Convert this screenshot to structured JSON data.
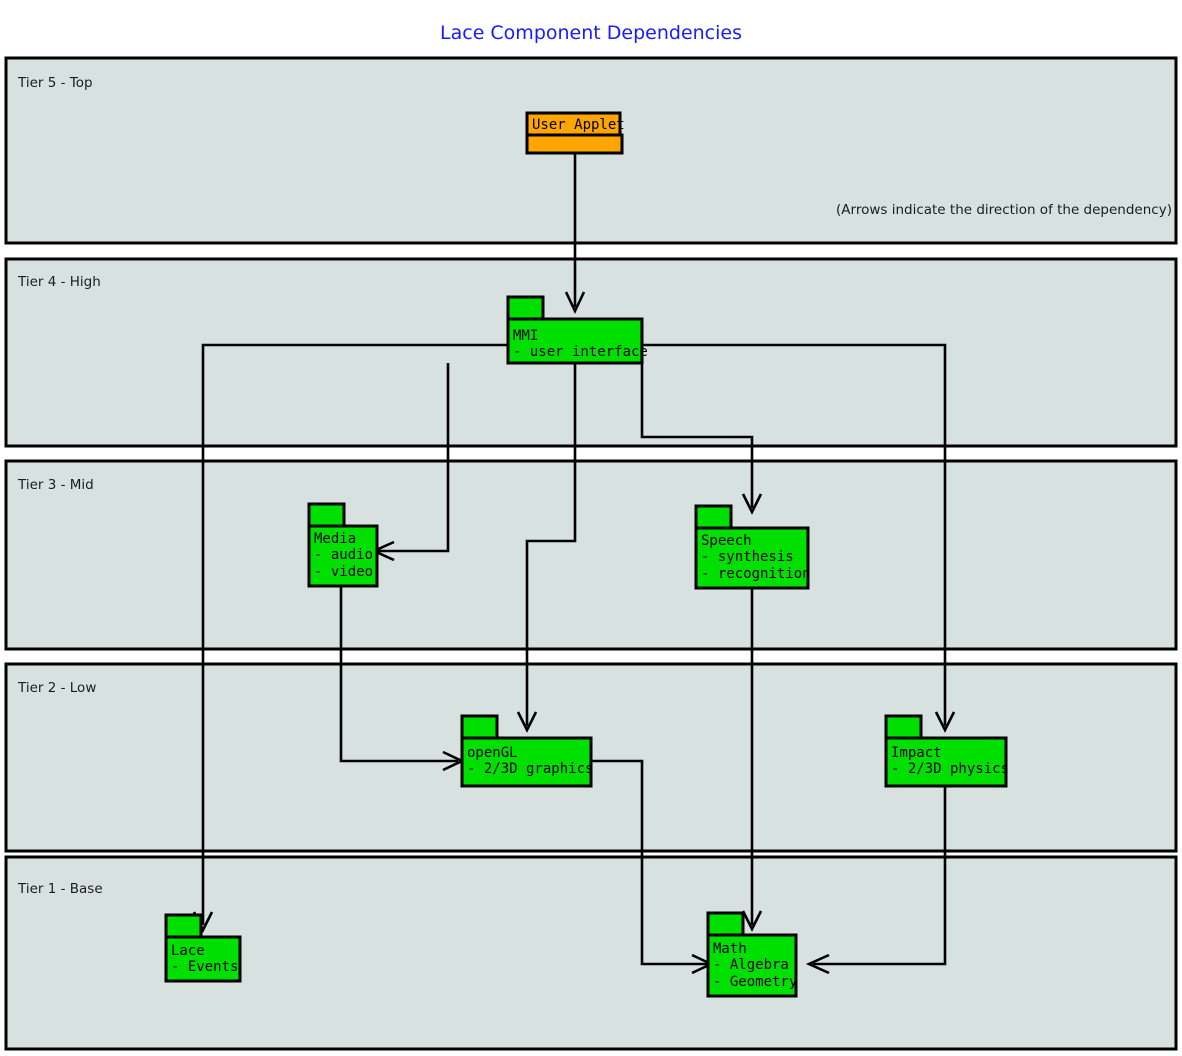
{
  "diagram": {
    "title": "Lace Component Dependencies",
    "note": "(Arrows indicate the direction of the dependency)",
    "colors": {
      "title": "#1a1aff",
      "tier_fill": "#d7e2e0",
      "component_fill": "#00e000",
      "applet_fill": "#ffa500",
      "stroke": "#000000"
    },
    "tiers": [
      {
        "id": "tier5",
        "label": "Tier 5 - Top"
      },
      {
        "id": "tier4",
        "label": "Tier 4 - High"
      },
      {
        "id": "tier3",
        "label": "Tier 3 - Mid"
      },
      {
        "id": "tier2",
        "label": "Tier 2 - Low"
      },
      {
        "id": "tier1",
        "label": "Tier 1 - Base"
      }
    ],
    "components": [
      {
        "id": "user-applet",
        "tier": "tier5",
        "name": "User Applet",
        "details": [],
        "fill": "#ffa500",
        "style": "applet"
      },
      {
        "id": "mmi",
        "tier": "tier4",
        "name": "MMI",
        "details": [
          "- user interface"
        ],
        "fill": "#00e000",
        "style": "package"
      },
      {
        "id": "media",
        "tier": "tier3",
        "name": "Media",
        "details": [
          "- audio",
          "- video"
        ],
        "fill": "#00e000",
        "style": "package"
      },
      {
        "id": "speech",
        "tier": "tier3",
        "name": "Speech",
        "details": [
          "- synthesis",
          "- recognition"
        ],
        "fill": "#00e000",
        "style": "package"
      },
      {
        "id": "opengl",
        "tier": "tier2",
        "name": "openGL",
        "details": [
          "- 2/3D graphics"
        ],
        "fill": "#00e000",
        "style": "package"
      },
      {
        "id": "impact",
        "tier": "tier2",
        "name": "Impact",
        "details": [
          "- 2/3D physics"
        ],
        "fill": "#00e000",
        "style": "package"
      },
      {
        "id": "lace",
        "tier": "tier1",
        "name": "Lace",
        "details": [
          "- Events"
        ],
        "fill": "#00e000",
        "style": "package"
      },
      {
        "id": "math",
        "tier": "tier1",
        "name": "Math",
        "details": [
          "- Algebra",
          "- Geometry"
        ],
        "fill": "#00e000",
        "style": "package"
      }
    ],
    "dependencies": [
      {
        "from": "user-applet",
        "to": "mmi"
      },
      {
        "from": "mmi",
        "to": "media"
      },
      {
        "from": "mmi",
        "to": "speech"
      },
      {
        "from": "mmi",
        "to": "opengl"
      },
      {
        "from": "mmi",
        "to": "impact"
      },
      {
        "from": "mmi",
        "to": "lace"
      },
      {
        "from": "media",
        "to": "opengl"
      },
      {
        "from": "speech",
        "to": "math"
      },
      {
        "from": "opengl",
        "to": "math"
      },
      {
        "from": "impact",
        "to": "math"
      }
    ]
  }
}
